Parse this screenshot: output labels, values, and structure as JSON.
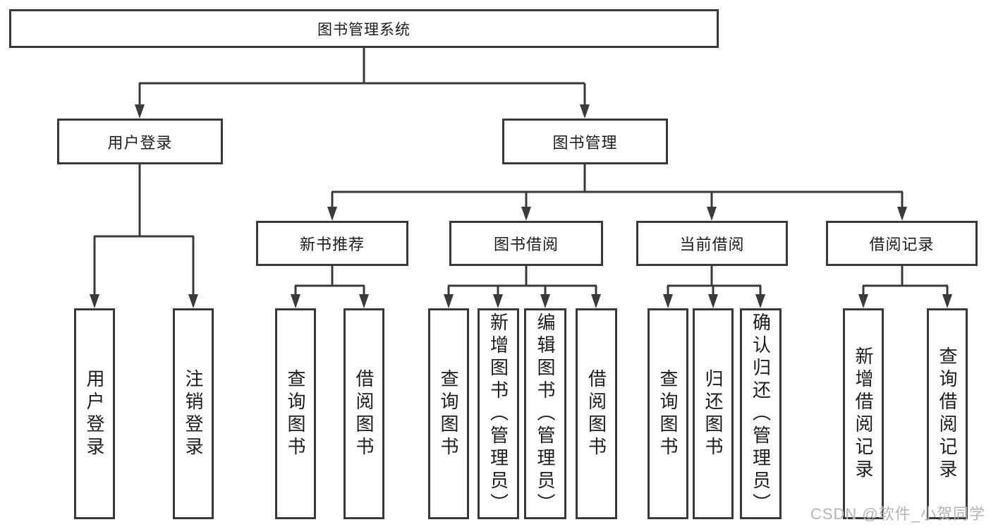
{
  "diagram": {
    "root": {
      "label": "图书管理系统"
    },
    "user_branch": {
      "label": "用户登录",
      "children": [
        {
          "label": "用户登录"
        },
        {
          "label": "注销登录"
        }
      ]
    },
    "book_branch": {
      "label": "图书管理",
      "sections": [
        {
          "label": "新书推荐",
          "children": [
            {
              "label": "查询图书"
            },
            {
              "label": "借阅图书"
            }
          ]
        },
        {
          "label": "图书借阅",
          "children": [
            {
              "label": "查询图书"
            },
            {
              "label": "新增图书（管理员）"
            },
            {
              "label": "编辑图书（管理员）"
            },
            {
              "label": "借阅图书"
            }
          ]
        },
        {
          "label": "当前借阅",
          "children": [
            {
              "label": "查询图书"
            },
            {
              "label": "归还图书"
            },
            {
              "label": "确认归还（管理员）"
            }
          ]
        },
        {
          "label": "借阅记录",
          "children": [
            {
              "label": "新增借阅记录"
            },
            {
              "label": "查询借阅记录"
            }
          ]
        }
      ]
    }
  },
  "watermark": {
    "text": "CSDN @软件_小贺同学"
  },
  "colors": {
    "line": "#3a3a3a",
    "text": "#1c1c1c",
    "watermark": "#b4b4b4",
    "background": "#ffffff"
  }
}
